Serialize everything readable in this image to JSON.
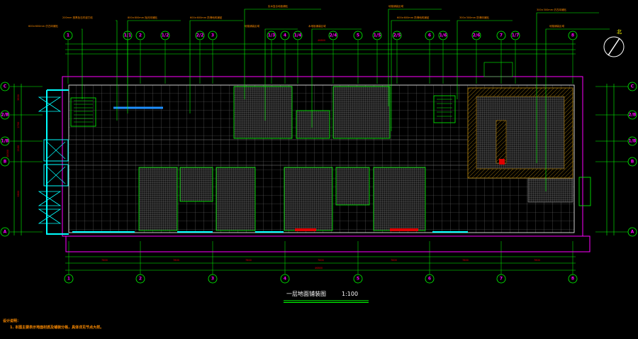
{
  "drawing": {
    "title": "一层地面铺装图",
    "scale": "1:100",
    "notes_heading": "设计说明：",
    "notes": [
      "1. 本图主要表示地面材质及铺装分格，具体详见节点大样。"
    ]
  },
  "callouts": [
    {
      "text": "600×600mm 仿古砖铺贴"
    },
    {
      "text": "200mm 宽黑色石材波打线"
    },
    {
      "text": "800×800mm 抛光砖铺贴"
    },
    {
      "text": "600×600mm 防滑地砖铺贴"
    },
    {
      "text": "地毯铺装区域"
    },
    {
      "text": "实木复合地板铺贴"
    },
    {
      "text": "木地板铺装区域"
    },
    {
      "text": "地毯铺装区域"
    },
    {
      "text": "600×600mm 防滑地砖铺贴"
    },
    {
      "text": "300×300mm 防滑砖铺贴"
    },
    {
      "text": "300×300mm 仿古砖铺贴"
    },
    {
      "text": "地毯铺装区域"
    }
  ],
  "axes": {
    "top": [
      "1",
      "1/1",
      "2",
      "1/2",
      "2/2",
      "3",
      "1/3",
      "4",
      "1/4",
      "2/4",
      "5",
      "1/5",
      "2/5",
      "6",
      "1/6",
      "2/6",
      "7",
      "1/7",
      "8"
    ],
    "bottom": [
      "1",
      "2",
      "3",
      "4",
      "5",
      "6",
      "7",
      "8"
    ],
    "left": [
      "C",
      "2/B",
      "1/B",
      "B",
      "A"
    ],
    "right": [
      "C",
      "2/B",
      "1/B",
      "B",
      "A"
    ]
  },
  "dimensions": {
    "top_total": "46800",
    "bottom_total": "46800",
    "bays": [
      "7800",
      "7800",
      "7800",
      "7800",
      "7800",
      "7800",
      "7800"
    ],
    "left_total": "18000",
    "left_bays": [
      "3600",
      "2700",
      "2100",
      "6600"
    ]
  },
  "colors": {
    "wall": "#00ffff",
    "outline": "#ff00ff",
    "grid": "#00ff00",
    "tile": "#8a8a8a",
    "hatch": "#b8860b",
    "dim": "#e00000",
    "text": "#ff8c00"
  }
}
